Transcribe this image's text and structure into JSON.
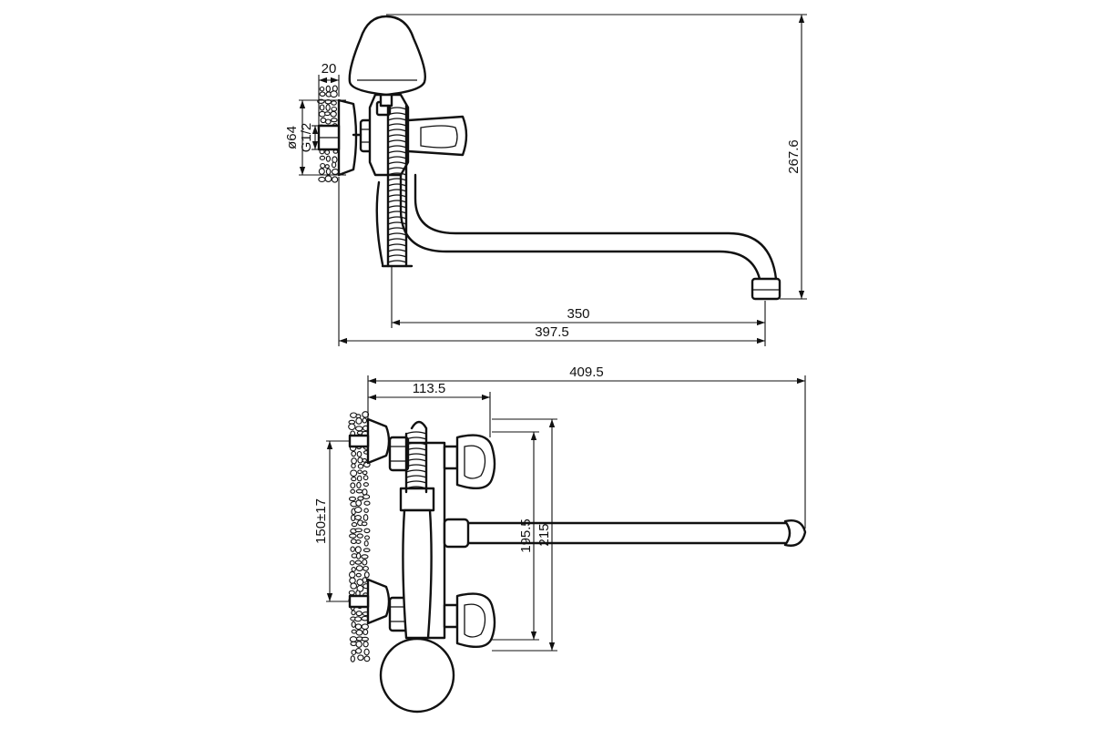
{
  "side_view": {
    "dim_mount_thickness": "20",
    "dim_flange_diameter": "ø64",
    "dim_thread": "G1/2",
    "dim_height_total": "267.6",
    "dim_spout_reach": "350",
    "dim_total_reach": "397.5"
  },
  "front_view": {
    "dim_total_width": "409.5",
    "dim_body_depth": "113.5",
    "dim_center_distance": "150±17",
    "dim_handle_height": "195.5",
    "dim_total_height": "215"
  }
}
